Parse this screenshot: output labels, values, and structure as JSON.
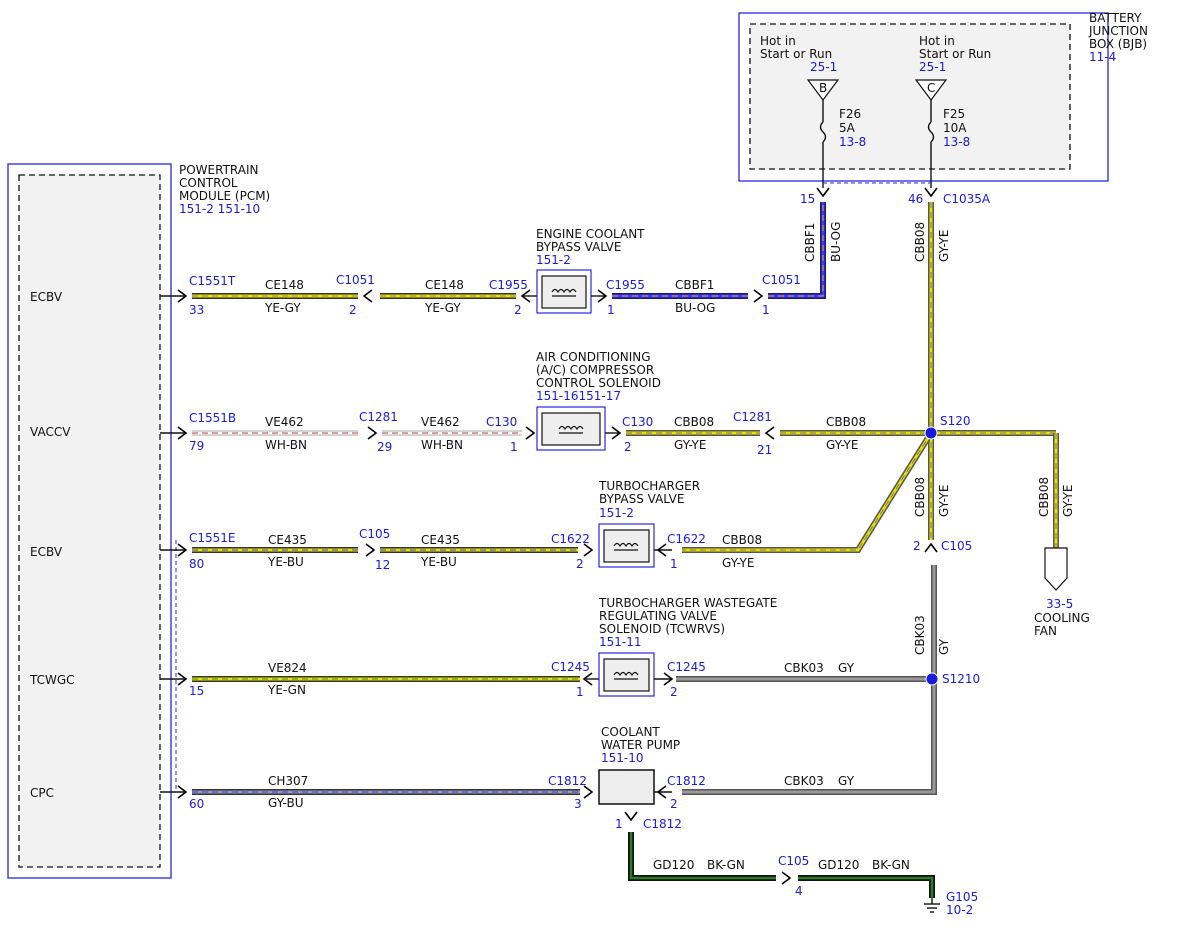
{
  "bjb": {
    "title": [
      "BATTERY",
      "JUNCTION",
      "BOX (BJB)"
    ],
    "ref": "11-4",
    "fuse1": {
      "hot": [
        "Hot in",
        "Start or Run"
      ],
      "ref": "25-1",
      "tag": "B",
      "name": "F26",
      "rating": "5A",
      "page": "13-8"
    },
    "fuse2": {
      "hot": [
        "Hot in",
        "Start or Run"
      ],
      "ref": "25-1",
      "tag": "C",
      "name": "F25",
      "rating": "10A",
      "page": "13-8"
    },
    "pin_left": "15",
    "pin_right": "46",
    "connector": "C1035A"
  },
  "pcm": {
    "title": [
      "POWERTRAIN",
      "CONTROL",
      "MODULE (PCM)"
    ],
    "ref": "151-2  151-10",
    "signals": [
      "ECBV",
      "VACCV",
      "ECBV",
      "TCWGC",
      "CPC"
    ]
  },
  "components": {
    "ecbv": {
      "title": [
        "ENGINE COOLANT",
        "BYPASS VALVE"
      ],
      "ref": "151-2"
    },
    "ac": {
      "title": [
        "AIR CONDITIONING",
        "(A/C) COMPRESSOR",
        "CONTROL SOLENOID"
      ],
      "ref": "151-16151-17"
    },
    "turbo": {
      "title": [
        "TURBOCHARGER",
        "BYPASS VALVE"
      ],
      "ref": "151-2"
    },
    "tcwrvs": {
      "title": [
        "TURBOCHARGER WASTEGATE",
        "REGULATING VALVE",
        "SOLENOID (TCWRVS)"
      ],
      "ref": "151-11"
    },
    "pump": {
      "title": [
        "COOLANT",
        "WATER PUMP"
      ],
      "ref": "151-10"
    },
    "fan": {
      "ref": "33-5",
      "title": [
        "COOLING",
        "FAN"
      ]
    }
  },
  "row1": {
    "c_pcm": "C1551T",
    "p_pcm": "33",
    "w1_circ": "CE148",
    "w1_col": "YE-GY",
    "c_mid": "C1051",
    "p_mid": "2",
    "w2_circ": "CE148",
    "w2_col": "YE-GY",
    "c_dev": "C1955",
    "p_dev": "2",
    "c_dev2": "C1955",
    "p_dev2": "1",
    "w3_circ": "CBBF1",
    "w3_col": "BU-OG",
    "c_end": "C1051",
    "p_end": "1"
  },
  "row2": {
    "c_pcm": "C1551B",
    "p_pcm": "79",
    "w1_circ": "VE462",
    "w1_col": "WH-BN",
    "c_mid": "C1281",
    "p_mid": "29",
    "w2_circ": "VE462",
    "w2_col": "WH-BN",
    "c_dev": "C130",
    "p_dev": "1",
    "c_dev2": "C130",
    "p_dev2": "2",
    "w3_circ": "CBB08",
    "w3_col": "GY-YE",
    "c_end": "C1281",
    "p_end": "21",
    "w4_circ": "CBB08",
    "w4_col": "GY-YE",
    "splice": "S120"
  },
  "row3": {
    "c_pcm": "C1551E",
    "p_pcm": "80",
    "w1_circ": "CE435",
    "w1_col": "YE-BU",
    "c_mid": "C105",
    "p_mid": "12",
    "w2_circ": "CE435",
    "w2_col": "YE-BU",
    "c_dev": "C1622",
    "p_dev": "2",
    "c_dev2": "C1622",
    "p_dev2": "1",
    "w3_circ": "CBB08",
    "w3_col": "GY-YE"
  },
  "row4": {
    "p_pcm": "15",
    "w1_circ": "VE824",
    "w1_col": "YE-GN",
    "c_dev": "C1245",
    "p_dev": "1",
    "c_dev2": "C1245",
    "p_dev2": "2",
    "w3_circ": "CBK03",
    "w3_col": "GY",
    "splice": "S1210"
  },
  "row5": {
    "p_pcm": "60",
    "w1_circ": "CH307",
    "w1_col": "GY-BU",
    "c_dev": "C1812",
    "p_dev": "3",
    "c_dev2": "C1812",
    "p_dev2": "2",
    "w3_circ": "CBK03",
    "w3_col": "GY",
    "c_bot": "C1812",
    "p_bot": "1"
  },
  "ground": {
    "w1_circ": "GD120",
    "w1_col": "BK-GN",
    "c_mid": "C105",
    "p_mid": "4",
    "w2_circ": "GD120",
    "w2_col": "BK-GN",
    "g": "G105",
    "g_ref": "10-2"
  },
  "vert": {
    "cbbf1": "CBBF1",
    "buog": "BU-OG",
    "cbb08_a": "CBB08",
    "gyye_a": "GY-YE",
    "cbb08_b": "CBB08",
    "gyye_b": "GY-YE",
    "cbb08_c": "CBB08",
    "gyye_c": "GY-YE",
    "c105_pin": "2",
    "c105": "C105",
    "cbk03": "CBK03",
    "gy": "GY"
  }
}
